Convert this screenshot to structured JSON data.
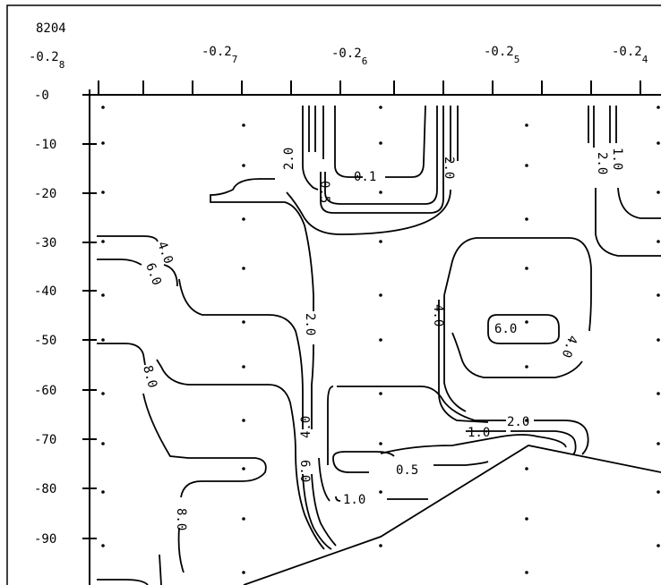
{
  "chart_data": {
    "type": "contour",
    "station_label": "8204",
    "top_tick_labels": [
      {
        "main": "-0.2",
        "sub": "8"
      },
      {
        "main": "-0.2",
        "sub": "7"
      },
      {
        "main": "-0.2",
        "sub": "6"
      },
      {
        "main": "-0.2",
        "sub": "5"
      },
      {
        "main": "-0.2",
        "sub": "4"
      }
    ],
    "y_tick_labels": [
      "-0",
      "-10",
      "-20",
      "-30",
      "-40",
      "-50",
      "-60",
      "-70",
      "-80",
      "-90"
    ],
    "contour_labels": [
      {
        "text": "2.0",
        "id": "c-2-0-a"
      },
      {
        "text": "0.5",
        "id": "c-0-5-a"
      },
      {
        "text": "0.1",
        "id": "c-0-1"
      },
      {
        "text": "2.0",
        "id": "c-2-0-b"
      },
      {
        "text": "2.0",
        "id": "c-2-0-c"
      },
      {
        "text": "1.0",
        "id": "c-1-0-a"
      },
      {
        "text": "4.0",
        "id": "c-4-0-a"
      },
      {
        "text": "6.0",
        "id": "c-6-0-a"
      },
      {
        "text": "2.0",
        "id": "c-2-0-d"
      },
      {
        "text": "4.0",
        "id": "c-4-0-b"
      },
      {
        "text": "6.0",
        "id": "c-6-0-b"
      },
      {
        "text": "4.0",
        "id": "c-4-0-c"
      },
      {
        "text": "8.0",
        "id": "c-8-0-a"
      },
      {
        "text": "2.0",
        "id": "c-2-0-e"
      },
      {
        "text": "1.0",
        "id": "c-1-0-b"
      },
      {
        "text": "0.5",
        "id": "c-0-5-b"
      },
      {
        "text": "4.0",
        "id": "c-4-0-d"
      },
      {
        "text": "6.0",
        "id": "c-6-0-c"
      },
      {
        "text": "1.0",
        "id": "c-1-0-c"
      },
      {
        "text": "8.0",
        "id": "c-8-0-b"
      }
    ]
  }
}
